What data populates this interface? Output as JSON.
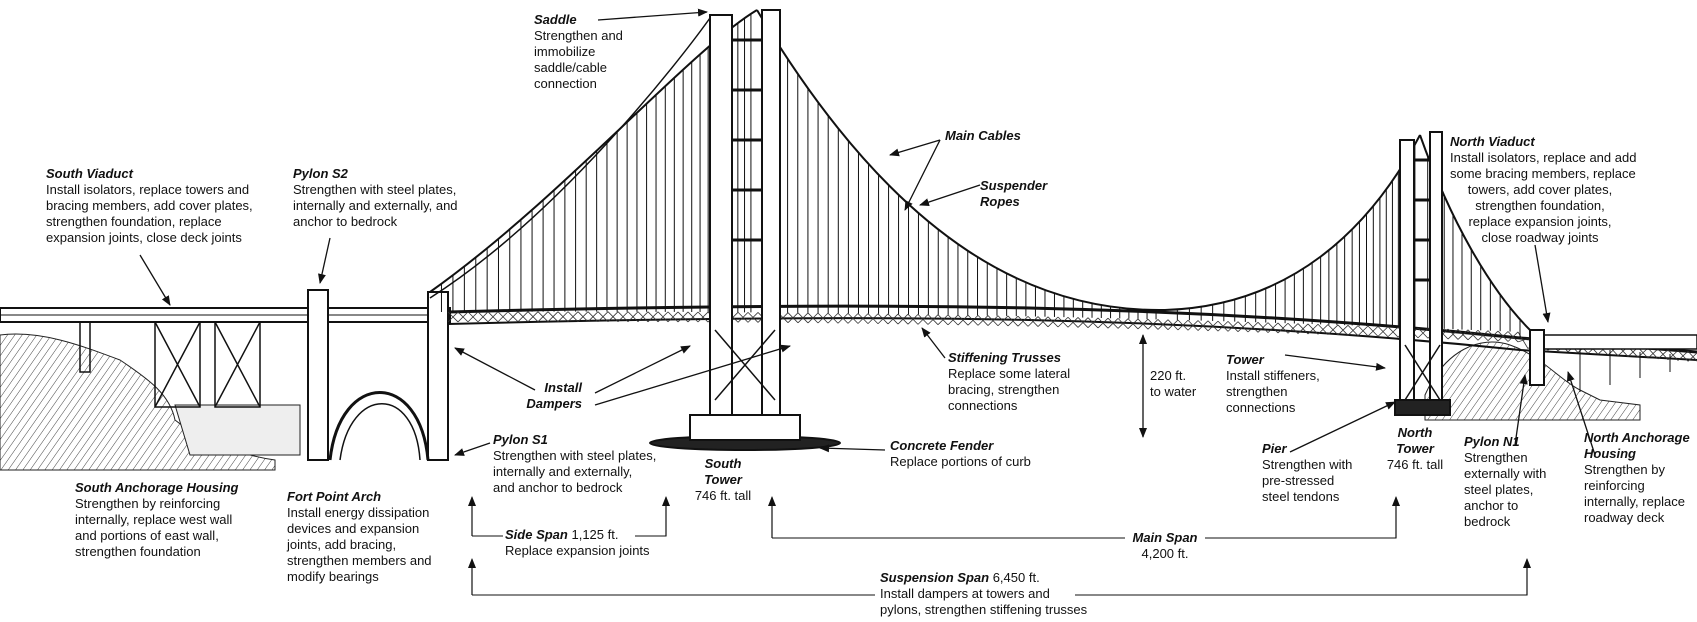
{
  "labels": {
    "saddle": {
      "title": "Saddle",
      "desc": [
        "Strengthen and",
        "immobilize",
        "saddle/cable",
        "connection"
      ]
    },
    "main_cables": {
      "title": "Main Cables"
    },
    "suspender_ropes": {
      "title": [
        "Suspender",
        "Ropes"
      ]
    },
    "south_viaduct": {
      "title": "South Viaduct",
      "desc": [
        "Install isolators, replace towers and",
        "bracing members, add cover plates,",
        "strengthen foundation, replace",
        "expansion joints, close deck joints"
      ]
    },
    "pylon_s2": {
      "title": "Pylon S2",
      "desc": [
        "Strengthen with steel plates,",
        "internally and externally, and",
        "anchor to bedrock"
      ]
    },
    "north_viaduct": {
      "title": "North Viaduct",
      "desc": [
        "Install isolators, replace and add",
        "some bracing members, replace",
        "towers, add cover plates,",
        "strengthen foundation,",
        "replace expansion joints,",
        "close roadway joints"
      ]
    },
    "install_dampers": {
      "title": [
        "Install",
        "Dampers"
      ]
    },
    "stiffening_trusses": {
      "title": "Stiffening Trusses",
      "desc": [
        "Replace some lateral",
        "bracing, strengthen",
        "connections"
      ]
    },
    "clearance": {
      "desc": [
        "220 ft.",
        "to water"
      ]
    },
    "tower_north": {
      "title": "Tower",
      "desc": [
        "Install stiffeners,",
        "strengthen",
        "connections"
      ]
    },
    "pylon_s1": {
      "title": "Pylon S1",
      "desc": [
        "Strengthen with steel plates,",
        "internally and externally,",
        "and anchor to bedrock"
      ]
    },
    "south_tower": {
      "title": [
        "South",
        "Tower"
      ],
      "desc": "746 ft. tall"
    },
    "concrete_fender": {
      "title": "Concrete Fender",
      "desc": "Replace portions of curb"
    },
    "pier": {
      "title": "Pier",
      "desc": [
        "Strengthen with",
        "pre-stressed",
        "steel tendons"
      ]
    },
    "north_tower": {
      "title": [
        "North",
        "Tower"
      ],
      "desc": "746 ft. tall"
    },
    "pylon_n1": {
      "title": "Pylon N1",
      "desc": [
        "Strengthen",
        "externally with",
        "steel plates,",
        "anchor to",
        "bedrock"
      ]
    },
    "north_anchorage": {
      "title": [
        "North Anchorage",
        "Housing"
      ],
      "desc": [
        "Strengthen by",
        "reinforcing",
        "internally, replace",
        "roadway deck"
      ]
    },
    "south_anchorage": {
      "title": "South Anchorage Housing",
      "desc": [
        "Strengthen by reinforcing",
        "internally, replace west wall",
        "and portions of east wall,",
        "strengthen foundation"
      ]
    },
    "fort_point_arch": {
      "title": "Fort Point Arch",
      "desc": [
        "Install energy dissipation",
        "devices and expansion",
        "joints, add bracing,",
        "strengthen members and",
        "modify bearings"
      ]
    },
    "side_span": {
      "title": "Side Span",
      "value": "1,125 ft.",
      "desc": "Replace expansion joints"
    },
    "main_span": {
      "title": "Main Span",
      "value": "4,200 ft."
    },
    "suspension_span": {
      "title": "Suspension Span",
      "value": "6,450 ft.",
      "desc": [
        "Install dampers at towers and",
        "pylons, strengthen stiffening trusses"
      ]
    }
  }
}
